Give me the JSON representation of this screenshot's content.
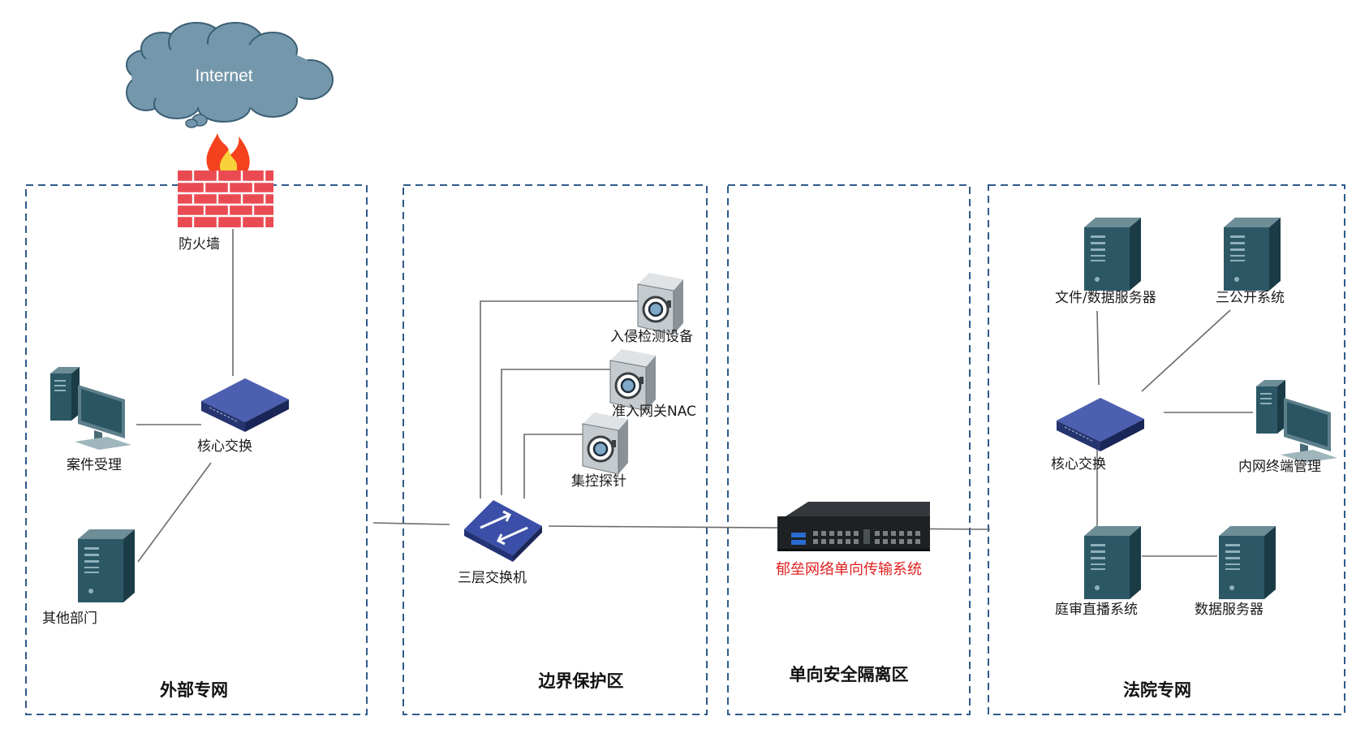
{
  "internet": {
    "label": "Internet"
  },
  "firewall": {
    "label": "防火墙"
  },
  "zones": {
    "external": {
      "title": "外部专网"
    },
    "boundary": {
      "title": "边界保护区"
    },
    "isolation": {
      "title": "单向安全隔离区"
    },
    "court": {
      "title": "法院专网"
    }
  },
  "external": {
    "core_switch": "核心交换",
    "case_intake": "案件受理",
    "other_depts": "其他部门"
  },
  "boundary": {
    "ids": "入侵检测设备",
    "nac": "准入网关NAC",
    "probe": "集控探针",
    "l3_switch": "三层交换机"
  },
  "isolation": {
    "device": "郁垒网络单向传输系统"
  },
  "court": {
    "file_server": "文件/数据服务器",
    "three_public": "三公开系统",
    "core_switch": "核心交换",
    "terminal_mgmt": "内网终端管理",
    "trial_broadcast": "庭审直播系统",
    "data_server": "数据服务器"
  },
  "colors": {
    "zone_border": "#2e5b8a",
    "server_body": "#2c5866",
    "switch_body": "#2e3f8f",
    "firewall_brick": "#e8434a",
    "cloud": "#7597ab",
    "highlight_text": "#e02020"
  }
}
